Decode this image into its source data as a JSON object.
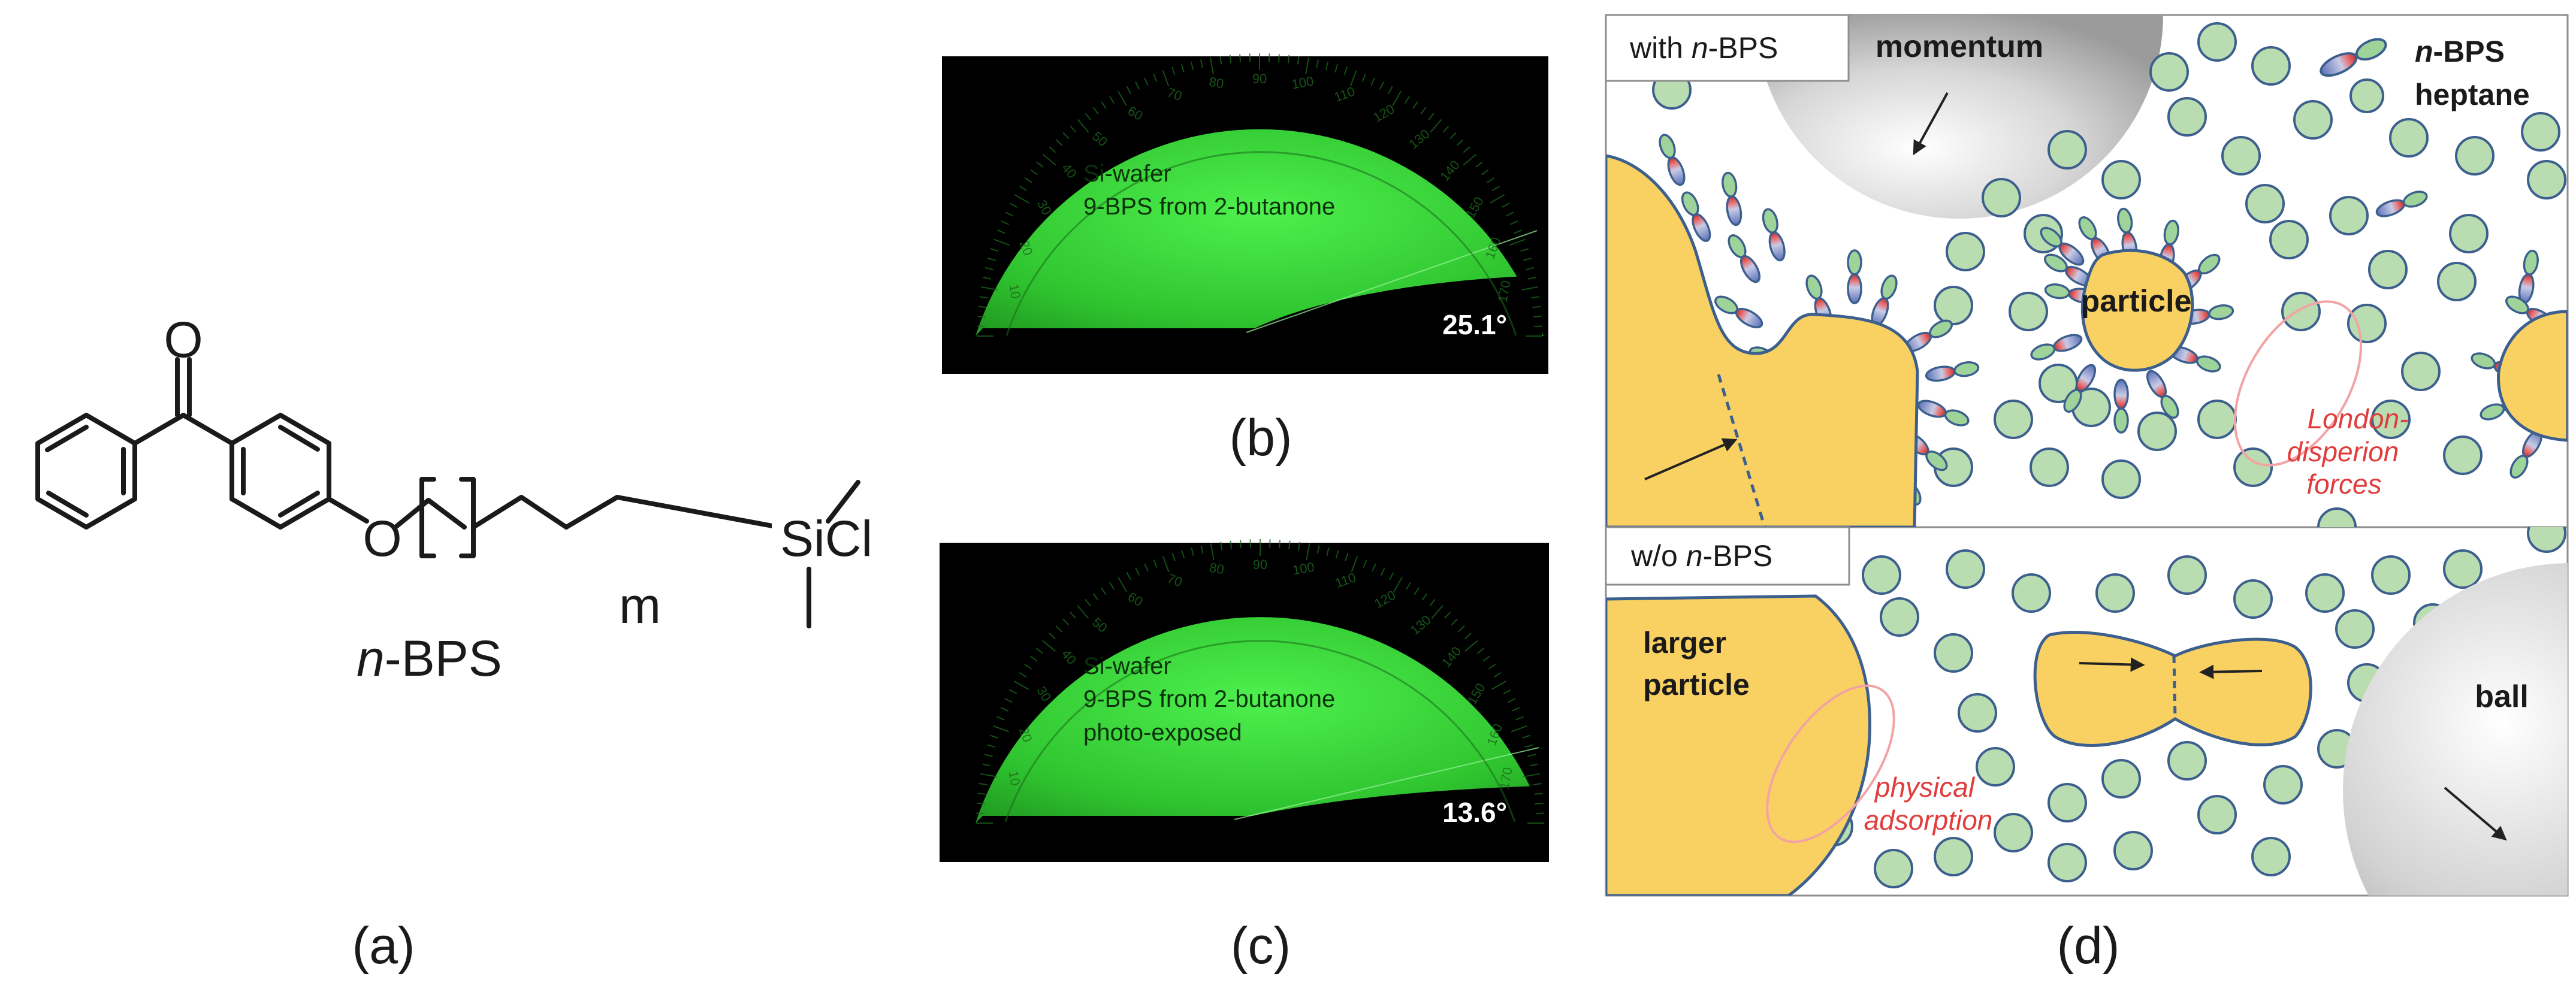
{
  "panel_a": {
    "label": "(a)",
    "atom_oxygen_carbonyl": "O",
    "atom_oxygen_ether": "O",
    "atom_sicl": "SiCl",
    "repeat_index": "m",
    "compound_prefix": "n",
    "compound_suffix": "-BPS"
  },
  "panel_b": {
    "label": "(b)",
    "line1": "Si-wafer",
    "line2": "9-BPS from 2-butanone",
    "angle": "25.1°",
    "scale_labels": [
      "10",
      "20",
      "30",
      "40",
      "50",
      "60",
      "70",
      "80",
      "90",
      "100",
      "110",
      "120",
      "130",
      "140",
      "150",
      "160",
      "170"
    ]
  },
  "panel_c": {
    "label": "(c)",
    "line1": "Si-wafer",
    "line2": "9-BPS from 2-butanone",
    "line3": "photo-exposed",
    "angle": "13.6°",
    "scale_labels": [
      "10",
      "20",
      "30",
      "40",
      "50",
      "60",
      "70",
      "80",
      "90",
      "100",
      "110",
      "120",
      "130",
      "140",
      "150",
      "160",
      "170"
    ]
  },
  "panel_d": {
    "label": "(d)",
    "top_tab_prefix": "with ",
    "top_tab_italic": "n",
    "top_tab_suffix": "-BPS",
    "momentum": "momentum",
    "legend_bps_italic": "n",
    "legend_bps_suffix": "-BPS",
    "legend_heptane": "heptane",
    "particle": "particle",
    "london_1": "London-",
    "london_2": "disperion",
    "london_3": "forces",
    "bottom_tab_prefix": "w/o ",
    "bottom_tab_italic": "n",
    "bottom_tab_suffix": "-BPS",
    "larger_1": "larger",
    "larger_2": "particle",
    "ball": "ball",
    "physical_1": "physical",
    "physical_2": "adsorption"
  },
  "colors": {
    "particle_fill": "#f9d163",
    "particle_stroke": "#3d5f8e",
    "heptane_fill": "#b9ddb0",
    "heptane_stroke": "#3d5f8e",
    "photo_green": "#3fd13f",
    "accent_red": "#e03c3c"
  }
}
